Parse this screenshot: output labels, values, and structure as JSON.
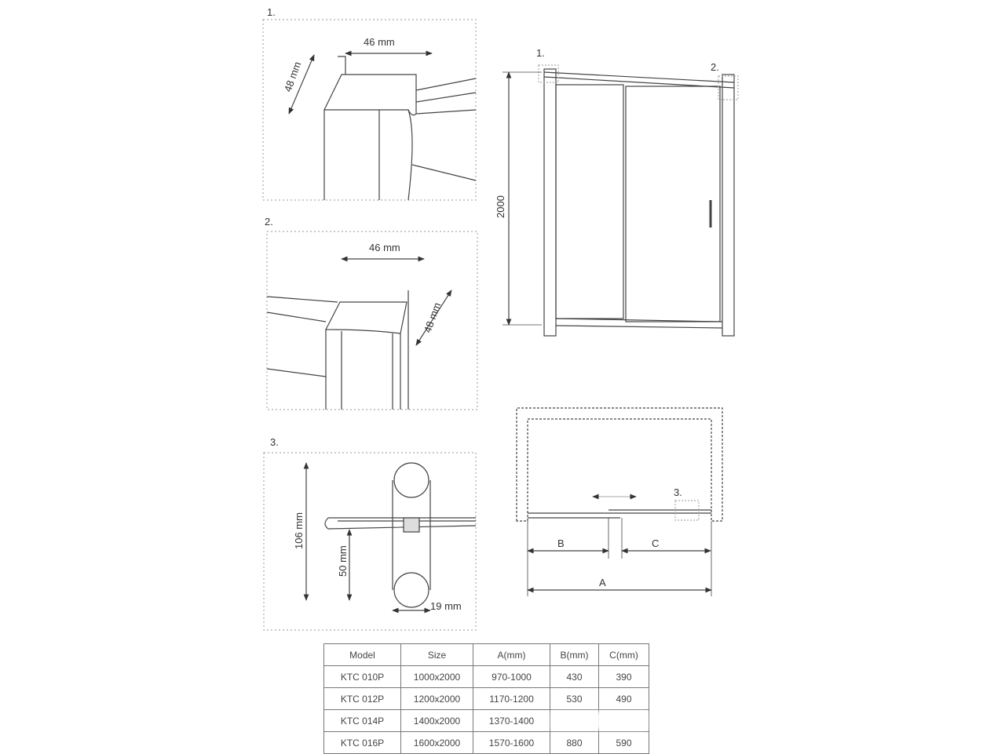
{
  "details": {
    "d1": {
      "label": "1.",
      "width": "46 mm",
      "height": "48 mm"
    },
    "d2": {
      "label": "2.",
      "width": "46 mm",
      "height": "48 mm"
    },
    "d3": {
      "label": "3.",
      "total": "106 mm",
      "offset": "50 mm",
      "thickness": "19 mm"
    }
  },
  "elevation": {
    "height": "2000",
    "mark1": "1.",
    "mark2": "2."
  },
  "plan": {
    "a": "A",
    "b": "B",
    "c": "C",
    "mark3": "3."
  },
  "table": {
    "headers": [
      "Model",
      "Size",
      "A(mm)",
      "B(mm)",
      "C(mm)"
    ],
    "rows": [
      [
        "KTC 010P",
        "1000x2000",
        "970-1000",
        "430",
        "390"
      ],
      [
        "KTC 012P",
        "1200x2000",
        "1170-1200",
        "530",
        "490"
      ],
      [
        "KTC 014P",
        "1400x2000",
        "1370-1400",
        "",
        ""
      ],
      [
        "KTC 016P",
        "1600x2000",
        "1570-1600",
        "880",
        "590"
      ]
    ]
  }
}
